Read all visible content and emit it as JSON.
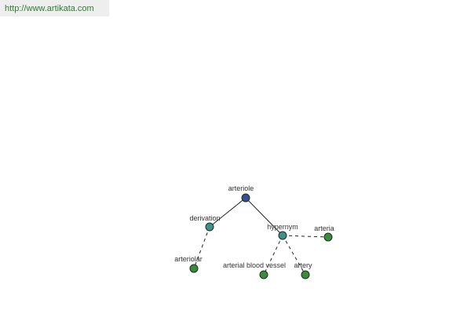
{
  "source": {
    "url_text": "http://www.artikata.com"
  },
  "colors": {
    "root": "#35508f",
    "relation": "#3f8f8a",
    "leaf": "#3c8a3c",
    "link": "#2f7d2f",
    "bar": "#eeeeee"
  },
  "graph": {
    "nodes": [
      {
        "id": "arteriole",
        "label": "arteriole",
        "kind": "root"
      },
      {
        "id": "derivation",
        "label": "derivation",
        "kind": "relation"
      },
      {
        "id": "hypernym",
        "label": "hypernym",
        "kind": "relation"
      },
      {
        "id": "arteriolar",
        "label": "arteriolar",
        "kind": "leaf"
      },
      {
        "id": "arterial-blood-vessel",
        "label": "arterial blood vessel",
        "kind": "leaf"
      },
      {
        "id": "artery",
        "label": "artery",
        "kind": "leaf"
      },
      {
        "id": "arteria",
        "label": "arteria",
        "kind": "leaf"
      }
    ],
    "edges": [
      {
        "from": "arteriole",
        "to": "derivation",
        "style": "solid"
      },
      {
        "from": "arteriole",
        "to": "hypernym",
        "style": "solid"
      },
      {
        "from": "derivation",
        "to": "arteriolar",
        "style": "dashed"
      },
      {
        "from": "hypernym",
        "to": "arterial-blood-vessel",
        "style": "dashed"
      },
      {
        "from": "hypernym",
        "to": "artery",
        "style": "dashed"
      },
      {
        "from": "hypernym",
        "to": "arteria",
        "style": "dashed"
      }
    ]
  }
}
